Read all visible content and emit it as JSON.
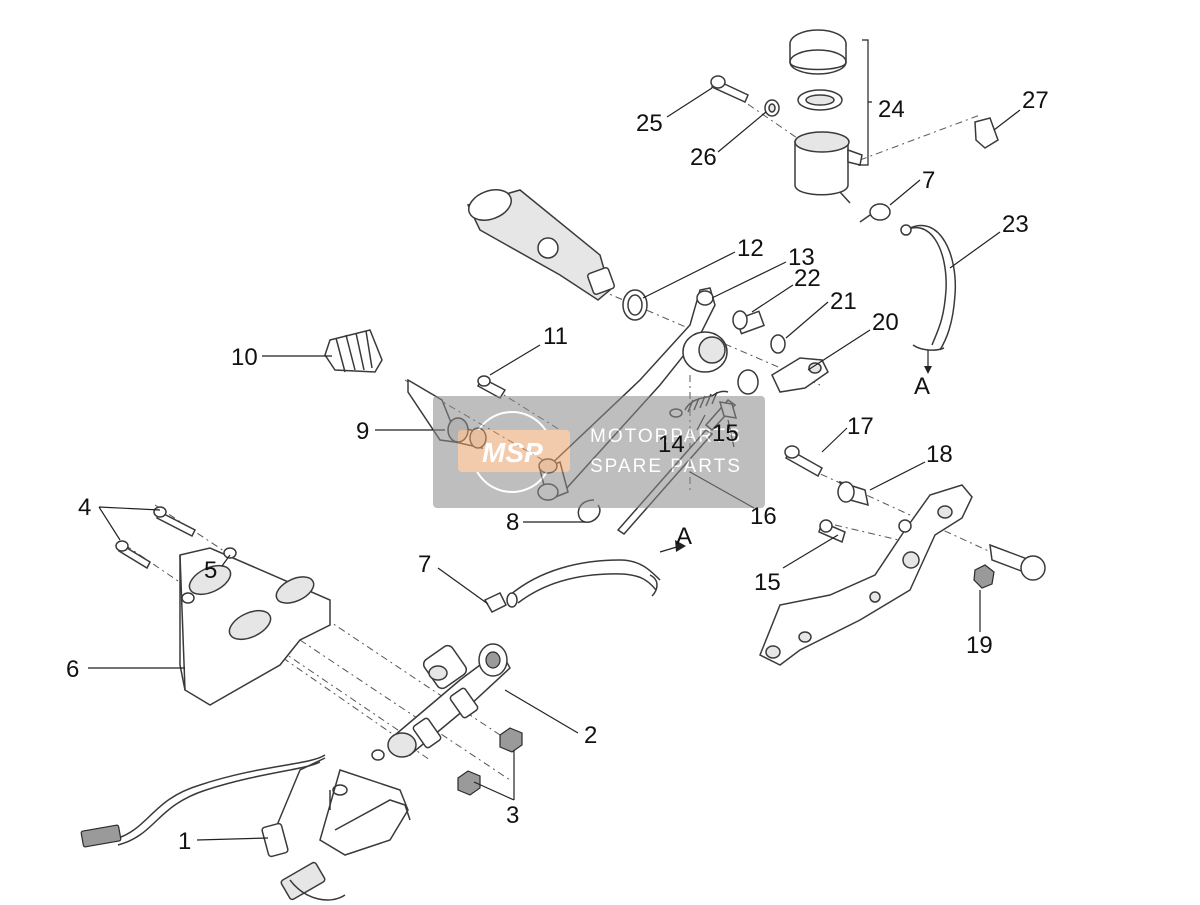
{
  "callouts": {
    "c1": "1",
    "c2": "2",
    "c3": "3",
    "c4": "4",
    "c5": "5",
    "c6": "6",
    "c7a": "7",
    "c7b": "7",
    "c8": "8",
    "c9": "9",
    "c10": "10",
    "c11": "11",
    "c12": "12",
    "c13": "13",
    "c14": "14",
    "c15a": "15",
    "c15b": "15",
    "c16": "16",
    "c17": "17",
    "c18": "18",
    "c19": "19",
    "c20": "20",
    "c21": "21",
    "c22": "22",
    "c23": "23",
    "c24": "24",
    "c25": "25",
    "c26": "26",
    "c27": "27"
  },
  "connectors": {
    "a_top": "A",
    "a_mid": "A"
  },
  "watermark": {
    "logo": "MSP",
    "line1": "MOTORPARTS",
    "line2": "SPARE PARTS",
    "colors": {
      "orange": "#e8a06a",
      "grey": "#8a8a8a"
    }
  }
}
